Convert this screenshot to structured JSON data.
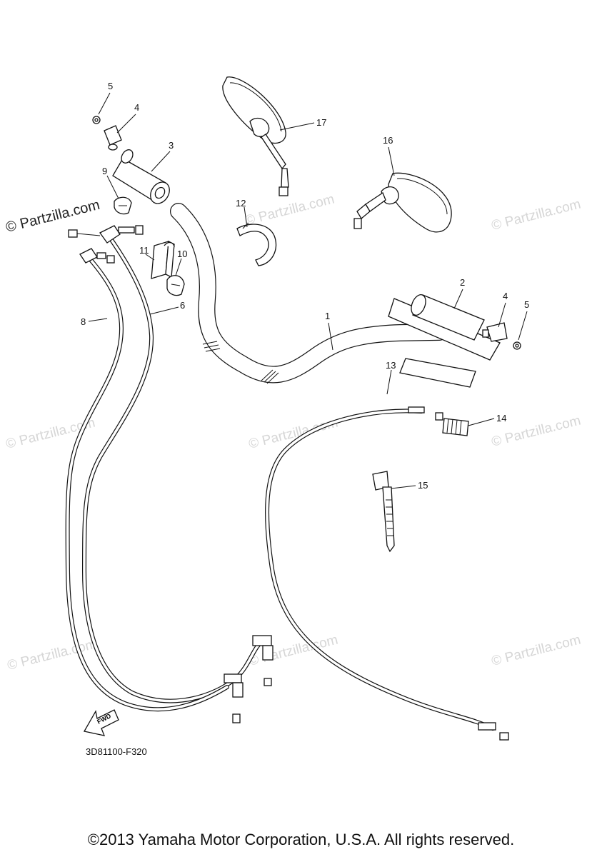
{
  "diagram": {
    "callouts": [
      "1",
      "2",
      "3",
      "4",
      "4",
      "5",
      "5",
      "6",
      "8",
      "9",
      "10",
      "11",
      "12",
      "13",
      "14",
      "15",
      "16",
      "17"
    ],
    "fwd_label": "FWD",
    "diagram_code": "3D81100-F320",
    "copyright": "©2013 Yamaha Motor Corporation, U.S.A. All rights reserved."
  },
  "watermark": {
    "text": "© Partzilla.com"
  }
}
